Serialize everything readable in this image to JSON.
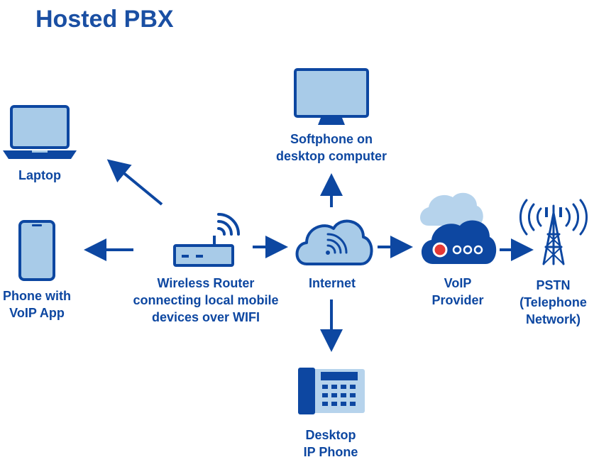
{
  "title": "Hosted PBX",
  "nodes": {
    "laptop": {
      "lines": [
        "Laptop"
      ]
    },
    "phone_app": {
      "lines": [
        "Phone with",
        "VoIP App"
      ]
    },
    "router": {
      "lines": [
        "Wireless Router",
        "connecting local mobile",
        "devices over WIFI"
      ]
    },
    "softphone": {
      "lines": [
        "Softphone on",
        "desktop computer"
      ]
    },
    "internet": {
      "lines": [
        "Internet"
      ]
    },
    "desk_phone": {
      "lines": [
        "Desktop",
        "IP Phone"
      ]
    },
    "voip_provider": {
      "lines": [
        "VoIP",
        "Provider"
      ]
    },
    "pstn": {
      "lines": [
        "PSTN",
        "(Telephone",
        "Network)"
      ]
    }
  },
  "colors": {
    "primary": "#0d47a1",
    "fill": "#a8cbe8",
    "light_fill": "#b6d3ec",
    "accent": "#e53935"
  }
}
